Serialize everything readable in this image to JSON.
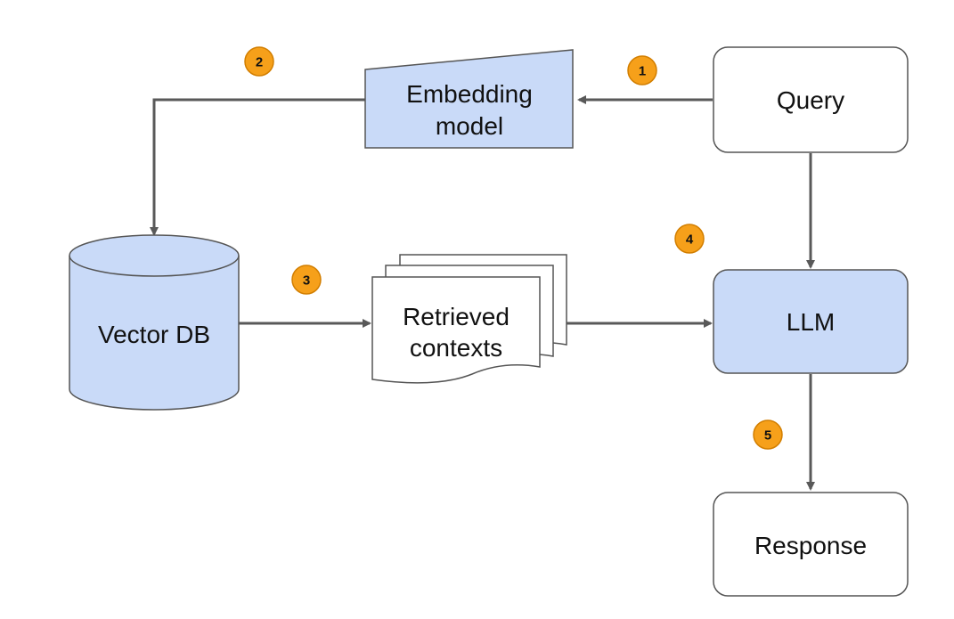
{
  "nodes": {
    "query": {
      "label": "Query"
    },
    "embedding_model": {
      "line1": "Embedding",
      "line2": "model"
    },
    "vector_db": {
      "label": "Vector DB"
    },
    "retrieved_contexts": {
      "line1": "Retrieved",
      "line2": "contexts"
    },
    "llm": {
      "label": "LLM"
    },
    "response": {
      "label": "Response"
    }
  },
  "steps": [
    "1",
    "2",
    "3",
    "4",
    "5"
  ],
  "colors": {
    "node_fill_blue": "#c9daf8",
    "node_fill_white": "#ffffff",
    "node_stroke": "#555555",
    "arrow": "#595959",
    "step_badge": "#f6a01a",
    "step_badge_stroke": "#d27e00"
  }
}
